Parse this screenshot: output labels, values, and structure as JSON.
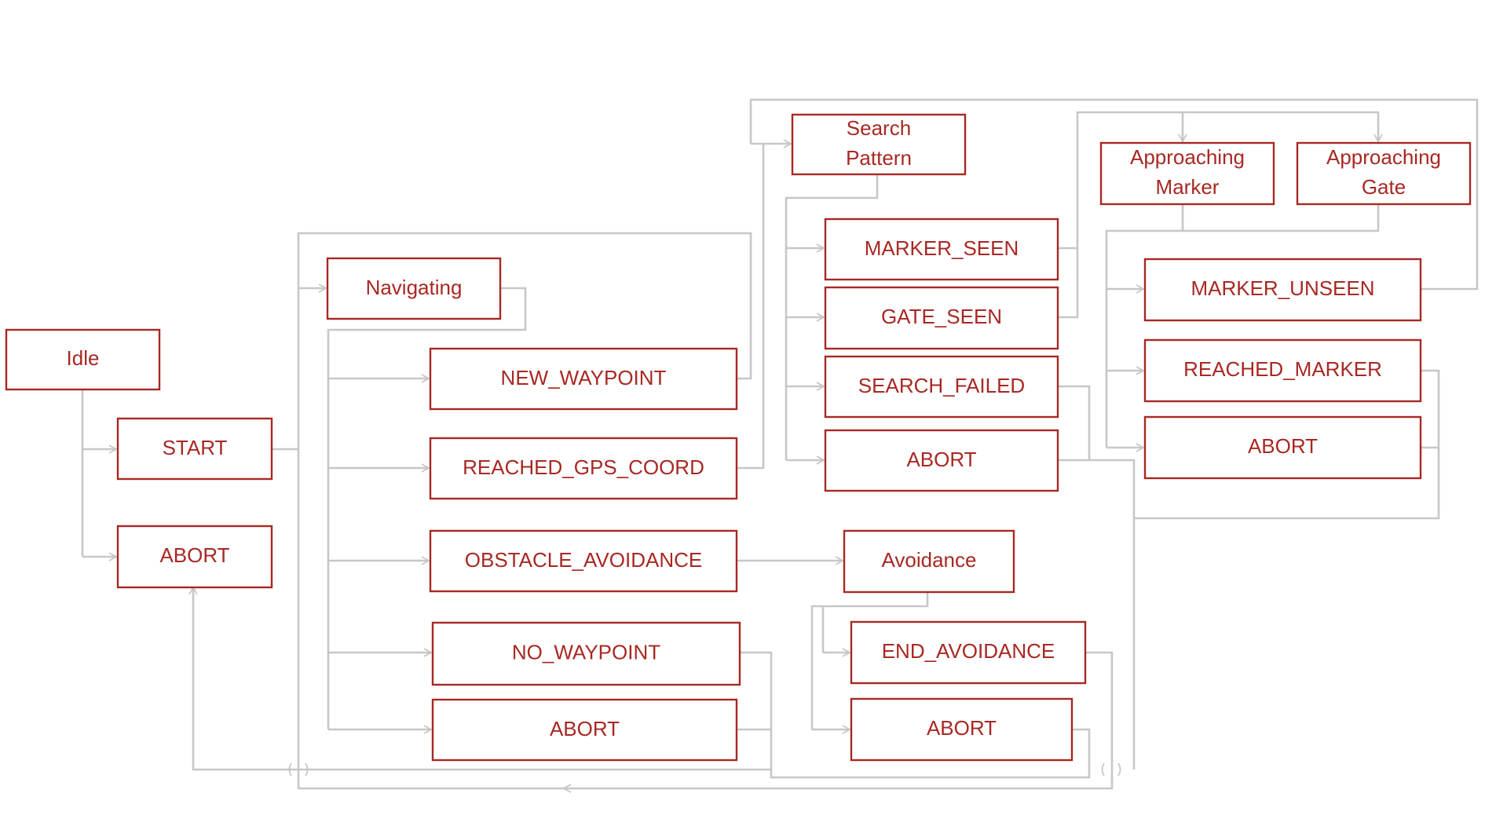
{
  "diagram": {
    "states": {
      "idle": "Idle",
      "navigating": "Navigating",
      "search_pattern": [
        "Search",
        "Pattern"
      ],
      "approaching_marker": [
        "Approaching",
        "Marker"
      ],
      "approaching_gate": [
        "Approaching",
        "Gate"
      ],
      "avoidance": "Avoidance"
    },
    "events": {
      "start": "START",
      "idle_abort": "ABORT",
      "new_waypoint": "NEW_WAYPOINT",
      "reached_gps_coord": "REACHED_GPS_COORD",
      "obstacle_avoidance": "OBSTACLE_AVOIDANCE",
      "no_waypoint": "NO_WAYPOINT",
      "nav_abort": "ABORT",
      "marker_seen": "MARKER_SEEN",
      "gate_seen": "GATE_SEEN",
      "search_failed": "SEARCH_FAILED",
      "search_abort": "ABORT",
      "end_avoidance": "END_AVOIDANCE",
      "avoid_abort": "ABORT",
      "marker_unseen": "MARKER_UNSEEN",
      "reached_marker": "REACHED_MARKER",
      "approach_abort": "ABORT"
    }
  },
  "colors": {
    "node_border": "#a82823",
    "node_text": "#a82823",
    "connector": "#c7c7c7",
    "background": "#ffffff"
  }
}
